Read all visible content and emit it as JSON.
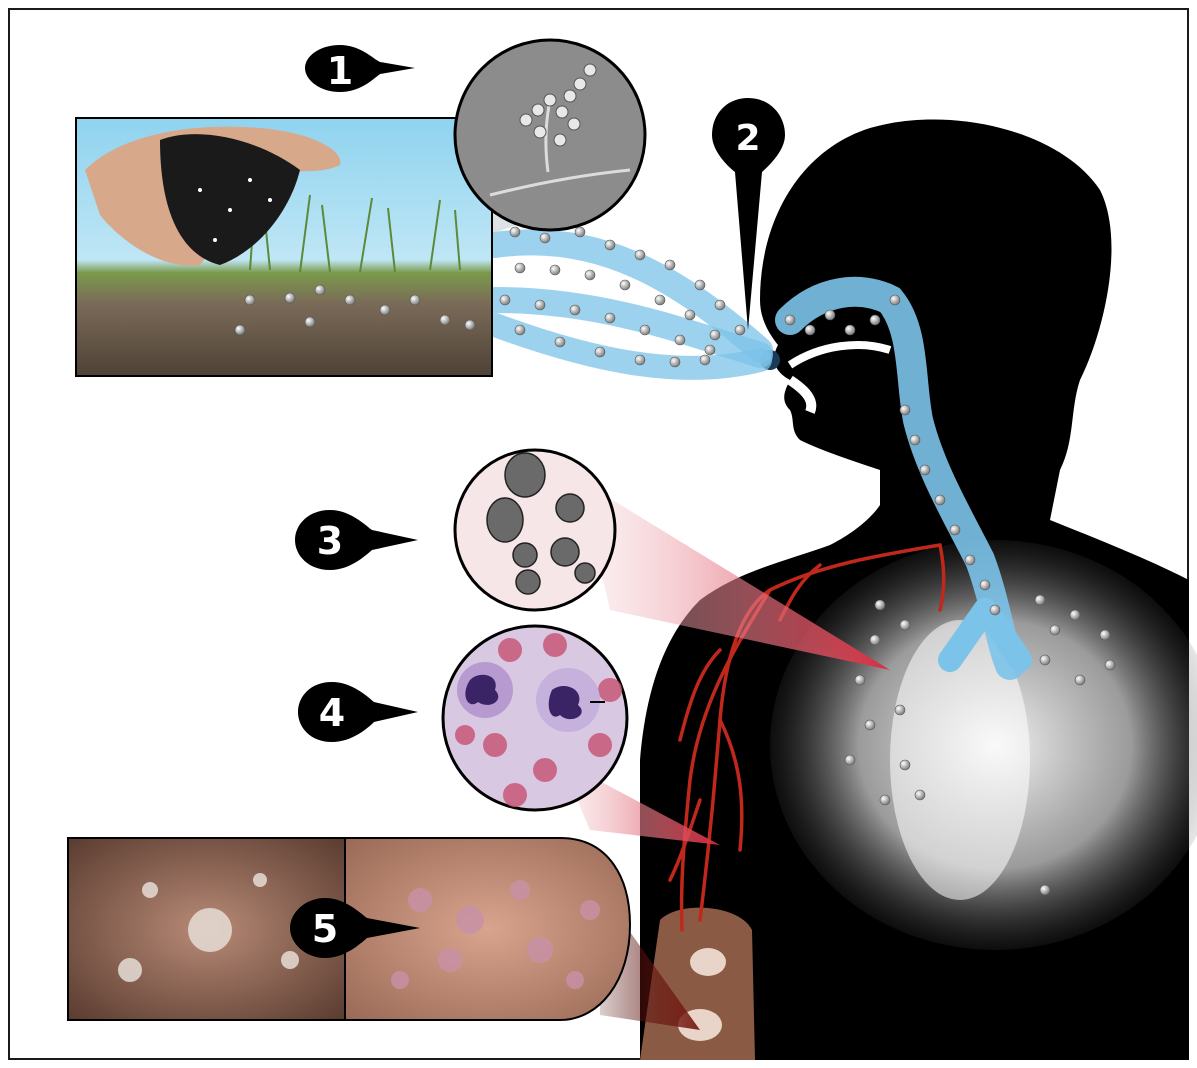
{
  "markers": [
    {
      "id": "1",
      "label": "1"
    },
    {
      "id": "2",
      "label": "2"
    },
    {
      "id": "3",
      "label": "3"
    },
    {
      "id": "4",
      "label": "4"
    },
    {
      "id": "5",
      "label": "5"
    }
  ],
  "colors": {
    "silhouette": "#000000",
    "airway": "#7cc3ea",
    "vessel": "#c0281c",
    "lung_cone": "#e04a5a",
    "skin_cone": "#7a1a14",
    "sky": "#8fd3ef",
    "soil": "#6b5a4a",
    "spore": "#dcdcdc"
  },
  "icons": {
    "soil_scene": "soil-handful-image",
    "mold_micrograph": "conidia-chain-micrograph",
    "yeast_micrograph": "budding-yeast-micrograph",
    "blood_smear": "neutrophil-smear-micrograph",
    "skin_lesions": "skin-lesion-photos",
    "body": "human-silhouette",
    "lungs": "chest-xray-lungs"
  }
}
